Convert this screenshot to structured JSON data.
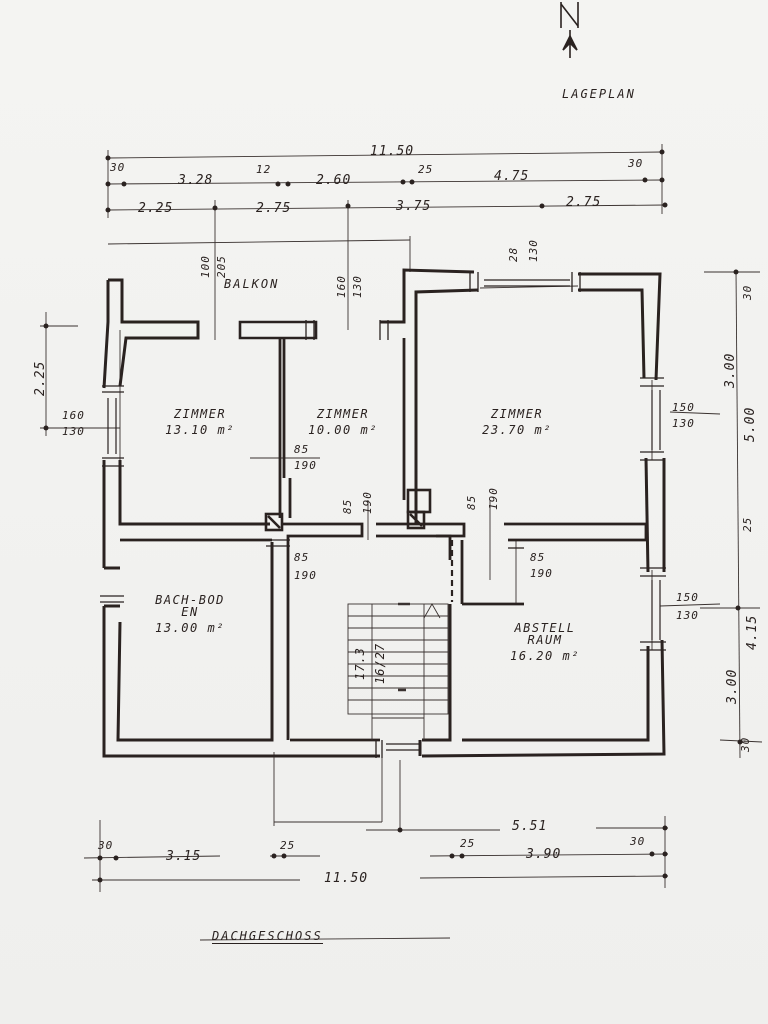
{
  "titles": {
    "site_plan": "LAGEPLAN",
    "floor": "DACHGESCHOSS",
    "balcony": "BALKON"
  },
  "rooms": [
    {
      "name": "ZIMMER",
      "area": "13.10 m²"
    },
    {
      "name": "ZIMMER",
      "area": "10.00 m²"
    },
    {
      "name": "ZIMMER",
      "area": "23.70 m²"
    },
    {
      "name": "BACH-BODEN",
      "area": "13.00 m²"
    },
    {
      "name": "ABSTELL RAUM",
      "area": "16.20 m²"
    }
  ],
  "dims_top": {
    "total": "11.50",
    "row1": [
      "30",
      "3.28",
      "12",
      "2.60",
      "25",
      "4.75",
      "30"
    ],
    "row2": [
      "2.25",
      "2.75",
      "3.75",
      "2.75"
    ]
  },
  "dims_bottom": {
    "total": "11.50",
    "part": "5.51",
    "row": [
      "30",
      "3.15",
      "25",
      "25",
      "3.90",
      "30"
    ]
  },
  "dims_right": [
    "30",
    "3.00",
    "5.00",
    "25",
    "4.15",
    "3.00",
    "30"
  ],
  "dims_left": [
    "2.25"
  ],
  "openings": [
    {
      "w": "100",
      "h": "205"
    },
    {
      "w": "160",
      "h": "130"
    },
    {
      "w": "28",
      "h": "130"
    },
    {
      "w": "160",
      "h": "130"
    },
    {
      "w": "150",
      "h": "130"
    },
    {
      "w": "85",
      "h": "190"
    },
    {
      "w": "85",
      "h": "190"
    },
    {
      "w": "85",
      "h": "190"
    },
    {
      "w": "85",
      "h": "190"
    },
    {
      "w": "85",
      "h": "190"
    },
    {
      "w": "150",
      "h": "130"
    }
  ],
  "stair": {
    "label": "17.3",
    "steps": "16/27"
  }
}
